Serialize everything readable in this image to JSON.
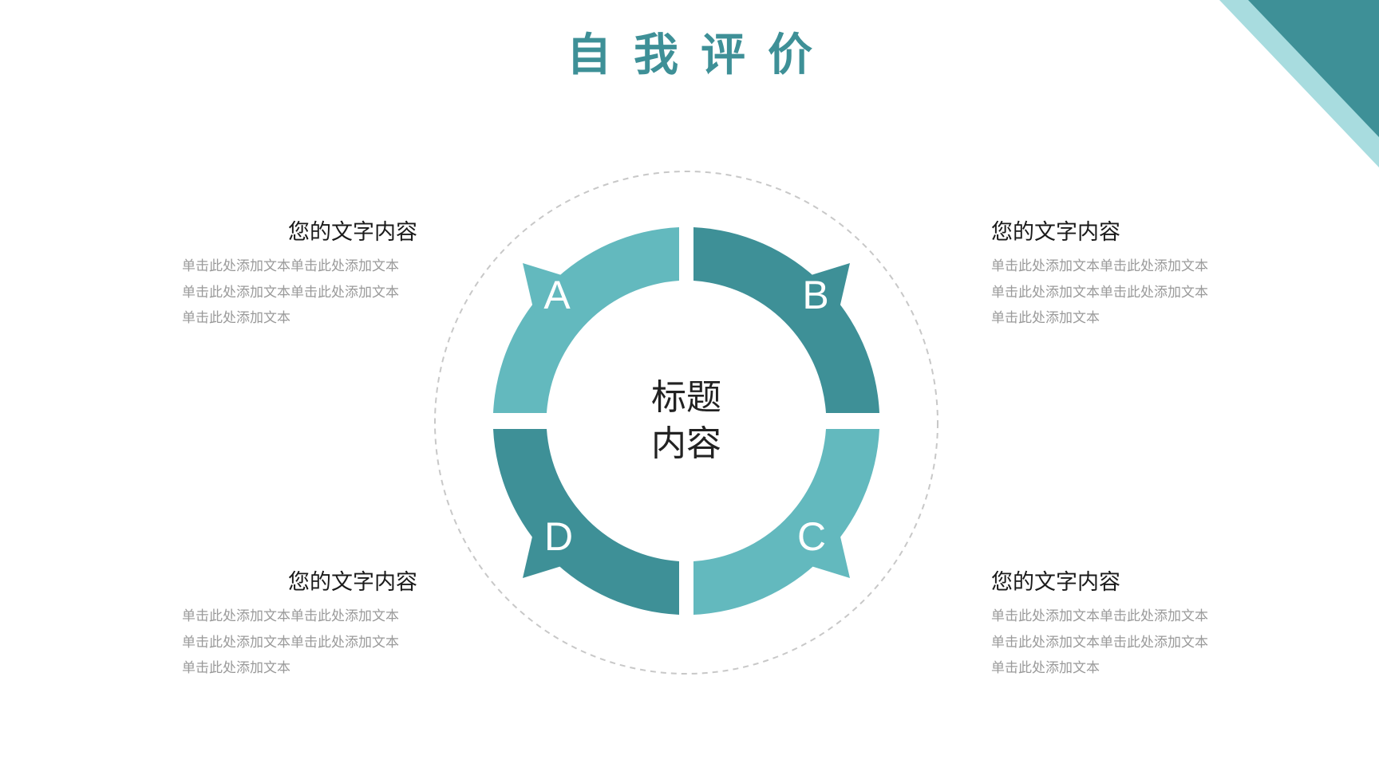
{
  "page": {
    "title": "自我评价"
  },
  "colors": {
    "accent_dark": "#3e9097",
    "accent_light": "#63b9be",
    "corner_light": "#a8dcdf",
    "dashed_ring": "#c8c8c8"
  },
  "diagram": {
    "center_title_line1": "标题",
    "center_title_line2": "内容",
    "segments": [
      {
        "letter": "A",
        "color": "#63b9be"
      },
      {
        "letter": "B",
        "color": "#3e9097"
      },
      {
        "letter": "C",
        "color": "#63b9be"
      },
      {
        "letter": "D",
        "color": "#3e9097"
      }
    ]
  },
  "blocks": [
    {
      "heading": "您的文字内容",
      "body_line1": "单击此处添加文本单击此处添加文本",
      "body_line2": "单击此处添加文本单击此处添加文本",
      "body_line3": "单击此处添加文本"
    },
    {
      "heading": "您的文字内容",
      "body_line1": "单击此处添加文本单击此处添加文本",
      "body_line2": "单击此处添加文本单击此处添加文本",
      "body_line3": "单击此处添加文本"
    },
    {
      "heading": "您的文字内容",
      "body_line1": "单击此处添加文本单击此处添加文本",
      "body_line2": "单击此处添加文本单击此处添加文本",
      "body_line3": "单击此处添加文本"
    },
    {
      "heading": "您的文字内容",
      "body_line1": "单击此处添加文本单击此处添加文本",
      "body_line2": "单击此处添加文本单击此处添加文本",
      "body_line3": "单击此处添加文本"
    }
  ]
}
